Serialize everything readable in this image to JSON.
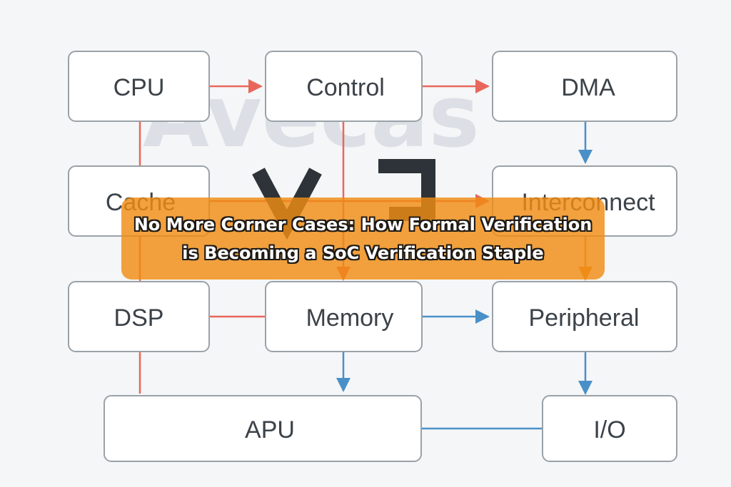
{
  "watermark": {
    "brand": "Avecas",
    "symbols": [
      "∀",
      "∃"
    ]
  },
  "blocks": {
    "cpu": "CPU",
    "control": "Control",
    "dma": "DMA",
    "cache": "Cache",
    "interconnect": "Interconnect",
    "dsp": "DSP",
    "memory": "Memory",
    "peripheral": "Peripheral",
    "apu": "APU",
    "io": "I/O"
  },
  "connections": [
    {
      "from": "CPU",
      "to": "Control",
      "color": "red",
      "arrow": true
    },
    {
      "from": "Control",
      "to": "DMA",
      "color": "red",
      "arrow": true
    },
    {
      "from": "Control",
      "to": "Memory",
      "color": "red",
      "arrow": true
    },
    {
      "from": "CPU",
      "to": "APU",
      "color": "red",
      "arrow": false
    },
    {
      "from": "Cache",
      "to": "Interconnect",
      "color": "red",
      "arrow": true
    },
    {
      "from": "DMA",
      "to": "Interconnect",
      "color": "blue",
      "arrow": true
    },
    {
      "from": "Interconnect",
      "to": "Peripheral",
      "color": "orange",
      "arrow": true
    },
    {
      "from": "DSP",
      "to": "Memory",
      "color": "red",
      "arrow": false
    },
    {
      "from": "Memory",
      "to": "Peripheral",
      "color": "blue",
      "arrow": true
    },
    {
      "from": "Memory",
      "to": "APU",
      "color": "blue",
      "arrow": true
    },
    {
      "from": "Peripheral",
      "to": "I/O",
      "color": "blue",
      "arrow": true
    },
    {
      "from": "APU",
      "to": "I/O",
      "color": "blue",
      "arrow": false
    }
  ],
  "colors": {
    "red": "#e8675c",
    "blue": "#4a90c8",
    "orange": "#e88a2c",
    "banner": "#f08c14"
  },
  "banner": {
    "line1": "No More Corner Cases: How Formal Verification",
    "line2": "is Becoming a SoC Verification Staple"
  }
}
